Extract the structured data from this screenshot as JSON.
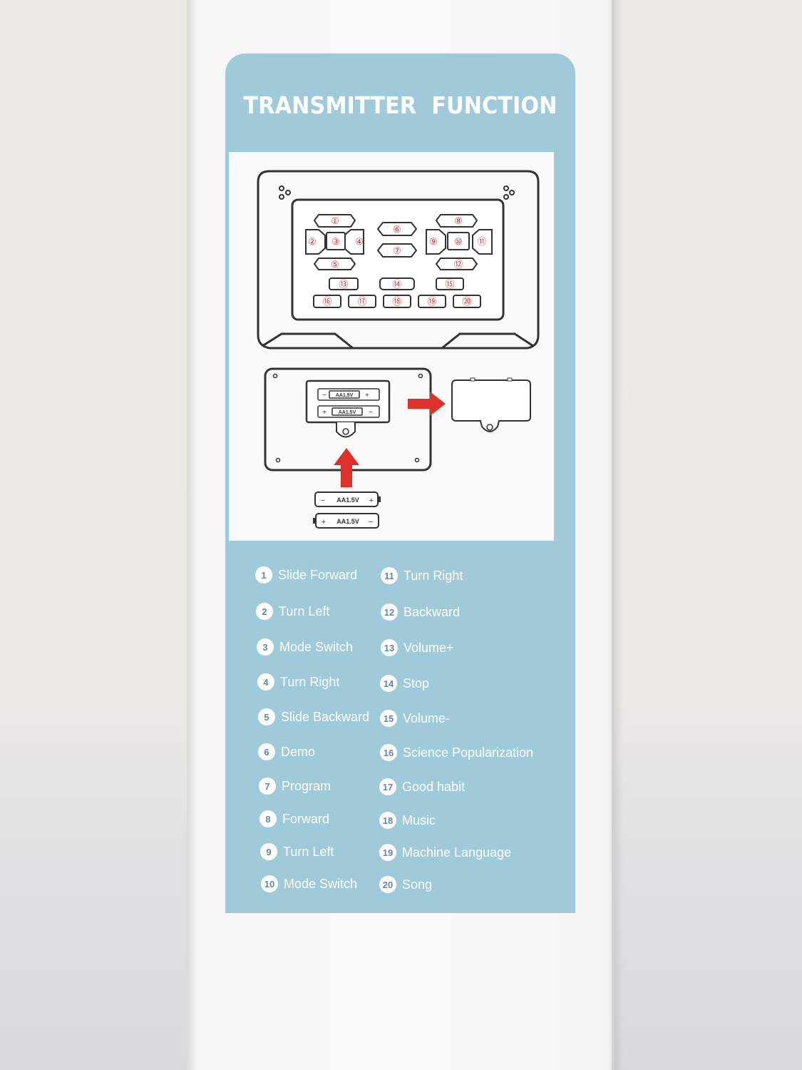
{
  "title": "TRANSMITTER  FUNCTION",
  "colors": {
    "panel": "#9ecad9",
    "accent_red": "#e0302c",
    "line": "#333333"
  },
  "button_numbers": [
    "①",
    "②",
    "③",
    "④",
    "⑤",
    "⑥",
    "⑦",
    "⑧",
    "⑨",
    "⑩",
    "⑪",
    "⑫",
    "⑬",
    "⑭",
    "⑮",
    "⑯",
    "⑰",
    "⑱",
    "⑲",
    "⑳"
  ],
  "battery_labels": {
    "cell": "AA1.5V",
    "minus": "−",
    "plus": "+"
  },
  "functions": [
    {
      "num": "1",
      "label": "Slide  Forward"
    },
    {
      "num": "2",
      "label": "Turn Left"
    },
    {
      "num": "3",
      "label": "Mode Switch"
    },
    {
      "num": "4",
      "label": "Turn Right"
    },
    {
      "num": "5",
      "label": "Slide Backward"
    },
    {
      "num": "6",
      "label": "Demo"
    },
    {
      "num": "7",
      "label": "Program"
    },
    {
      "num": "8",
      "label": "Forward"
    },
    {
      "num": "9",
      "label": "Turn Left"
    },
    {
      "num": "10",
      "label": "Mode Switch"
    },
    {
      "num": "11",
      "label": "Turn Right"
    },
    {
      "num": "12",
      "label": "Backward"
    },
    {
      "num": "13",
      "label": "Volume+"
    },
    {
      "num": "14",
      "label": "Stop"
    },
    {
      "num": "15",
      "label": "Volume-"
    },
    {
      "num": "16",
      "label": "Science Popularization"
    },
    {
      "num": "17",
      "label": "Good habit"
    },
    {
      "num": "18",
      "label": "Music"
    },
    {
      "num": "19",
      "label": "Machine Language"
    },
    {
      "num": "20",
      "label": "Song"
    }
  ]
}
